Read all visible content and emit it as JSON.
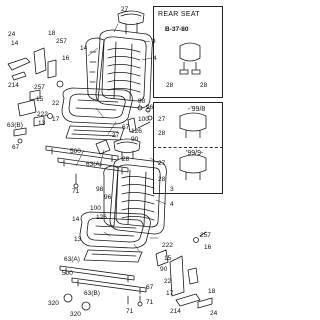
{
  "inset_rear": {
    "title": "REAR SEAT",
    "ref": "B-37-80",
    "part_left": "28",
    "part_right": "28"
  },
  "inset_headrest": {
    "range_a": "-'99/8",
    "range_b": "'99/9-",
    "a_top": "27",
    "a_bottom": "28",
    "b_top": "27",
    "b_bottom": "28"
  },
  "upper_callouts": {
    "c27": "27",
    "c3": "3",
    "c4": "4",
    "c24": "24",
    "c14a": "14",
    "c14b": "14",
    "c18": "18",
    "c257": "257",
    "c16": "16",
    "c214": "214",
    "c257b": "257",
    "c15": "15",
    "c22": "22",
    "c222": "222",
    "c13": "13",
    "c17": "17",
    "c98": "98",
    "c96": "96",
    "c100": "100",
    "c67": "67",
    "c126": "126",
    "c63b": "63(B)",
    "c500": "500",
    "c90": "90",
    "c63a": "63(A)",
    "c71": "71"
  },
  "lower_callouts": {
    "c28": "28",
    "c27": "27",
    "c3": "3",
    "c4": "4",
    "c98": "98",
    "c96": "96",
    "c100": "100",
    "c126": "126",
    "c14": "14",
    "c13": "13",
    "c257": "257",
    "c16": "16",
    "c222": "222",
    "c15": "15",
    "c90": "90",
    "c63a": "63(A)",
    "c500": "500",
    "c63b": "63(B)",
    "c67": "67",
    "c71": "71",
    "c22": "22",
    "c17": "17",
    "c18": "18",
    "c214": "214",
    "c24": "24",
    "c320a": "320",
    "c320b": "320"
  }
}
